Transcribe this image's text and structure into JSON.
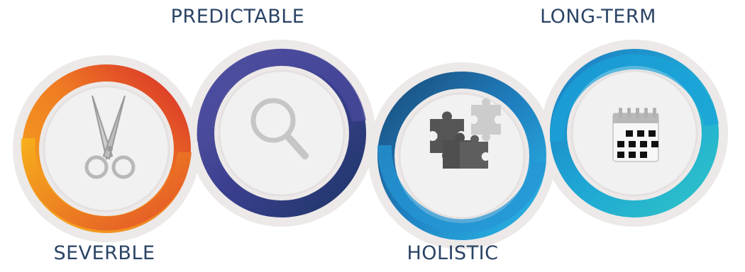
{
  "labels": {
    "severable": "SEVERBLE",
    "predictable": "PREDICTABLE",
    "holistic": "HOLISTIC",
    "long_term": "LONG-TERM"
  },
  "colors": {
    "label_text": "#2b4466",
    "circle1_warm": [
      "#f5a81c",
      "#ef7b23",
      "#d9302a"
    ],
    "circle2_indigo": [
      "#5b57a6",
      "#3b3f8f",
      "#1f3769"
    ],
    "circle3_blue": [
      "#29b6e6",
      "#1f7fc0",
      "#1b4e7c"
    ],
    "circle4_teal": [
      "#2ec4c8",
      "#1ea6d4",
      "#1f7ec2"
    ],
    "halo": "#ece9e8",
    "icon_fill": "#f2f1f1",
    "icon_dark": "#555555",
    "icon_light": "#c9c9c9"
  },
  "icons": [
    "scissors-icon",
    "magnifier-icon",
    "puzzle-icon",
    "calendar-icon"
  ]
}
